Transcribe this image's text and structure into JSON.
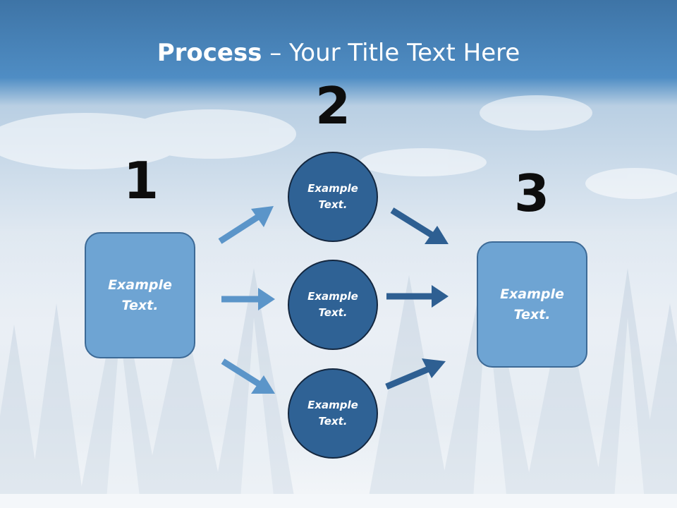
{
  "title": {
    "bold": "Process",
    "rest": " – Your Title Text Here"
  },
  "steps": {
    "one": "1",
    "two": "2",
    "three": "3"
  },
  "boxes": {
    "left": "Example\nText.",
    "right": "Example\nText."
  },
  "circles": {
    "top": "Example\nText.",
    "middle": "Example\nText.",
    "bottom": "Example\nText."
  },
  "colors": {
    "header": "#4f8dc4",
    "box_fill": "#6ea4d3",
    "circle_fill": "#2f6295",
    "arrow_light": "#5b95c9",
    "arrow_dark": "#2e5f92"
  }
}
